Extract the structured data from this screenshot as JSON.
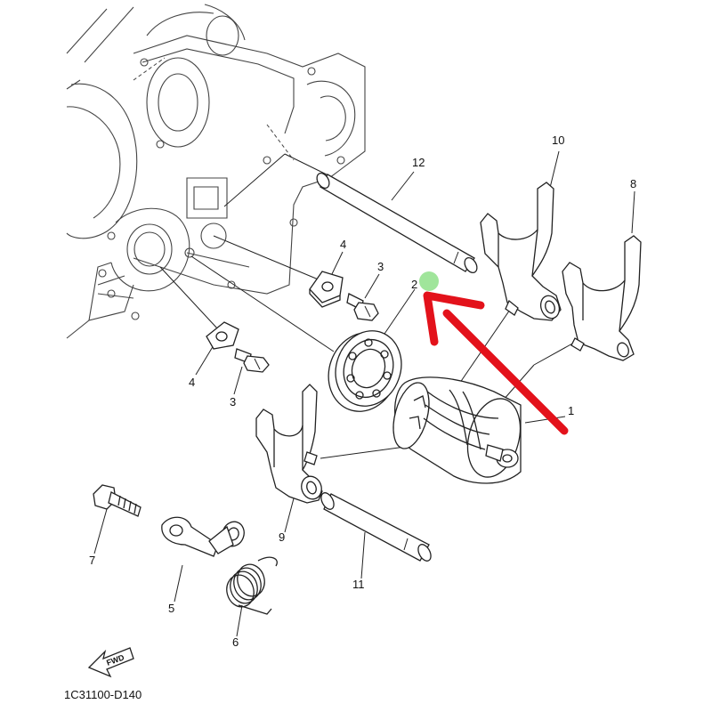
{
  "diagram_code": "1C31100-D140",
  "fwd_label": "FWD",
  "callouts": {
    "c1": "1",
    "c2": "2",
    "c3a": "3",
    "c3b": "3",
    "c4a": "4",
    "c4b": "4",
    "c5": "5",
    "c6": "6",
    "c7": "7",
    "c8": "8",
    "c9": "9",
    "c10": "10",
    "c11": "11",
    "c12": "12"
  },
  "colors": {
    "pointer_arrow": "#e3121b",
    "highlight_dot": "#8fe08a",
    "line": "#222222"
  }
}
